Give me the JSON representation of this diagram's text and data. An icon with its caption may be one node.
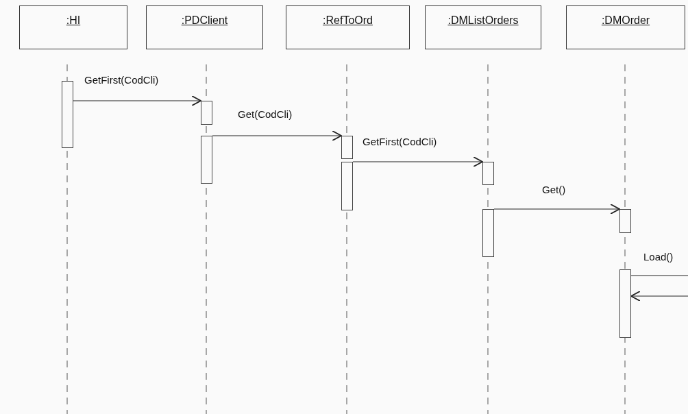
{
  "diagram": {
    "nodes": [
      {
        "text": [
          ":HI"
        ]
      },
      {
        "text": [
          ":PDClient"
        ]
      },
      {
        "text": [
          ":RefToOrd"
        ]
      },
      {
        "text": [
          ":DMListOrders"
        ]
      },
      {
        "text": [
          ":DMOrder"
        ]
      },
      {
        "text": [],
        "shape": "bar"
      },
      {
        "text": [],
        "shape": "bar"
      },
      {
        "text": [],
        "shape": "bar"
      },
      {
        "text": [],
        "shape": "bar"
      },
      {
        "text": [],
        "shape": "bar"
      },
      {
        "text": [],
        "shape": "bar"
      },
      {
        "text": [],
        "shape": "bar"
      },
      {
        "text": [],
        "shape": "bar"
      },
      {
        "text": [],
        "shape": "bar"
      }
    ],
    "edges": [
      {
        "from": 5,
        "to": 6,
        "arrow": "to",
        "label": "GetFirst(CodCli)"
      },
      {
        "from": 7,
        "to": 8,
        "arrow": "to",
        "label": "Get(CodCli)"
      },
      {
        "from": 9,
        "to": 10,
        "arrow": "to",
        "label": "GetFirst(CodCli)"
      },
      {
        "from": 11,
        "to": 12,
        "arrow": "to",
        "label": "Get()"
      },
      {
        "from": 13,
        "to": null,
        "arrow": "none",
        "label": "Load()"
      },
      {
        "from": null,
        "to": 13,
        "arrow": "to"
      }
    ]
  }
}
